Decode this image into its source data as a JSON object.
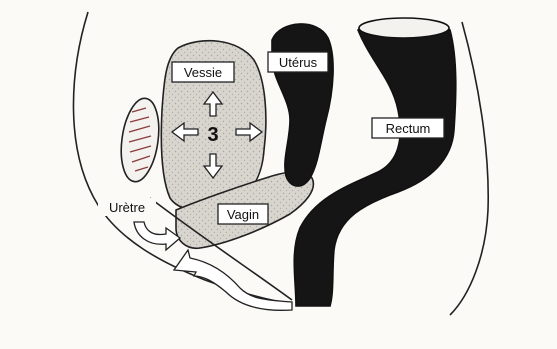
{
  "labels": {
    "bladder": "Vessie",
    "uterus": "Utérus",
    "rectum": "Rectum",
    "vagina": "Vagin",
    "urethra": "Urètre",
    "number": "3"
  },
  "colors": {
    "background": "#fbfaf7",
    "outline": "#222222",
    "dark_organ": "#151515",
    "bladder_fill": "#d6d3cd",
    "label_box": "#ffffff"
  },
  "icons": {
    "arrows": "four-direction-arrows",
    "flow": "curved-arrow"
  }
}
